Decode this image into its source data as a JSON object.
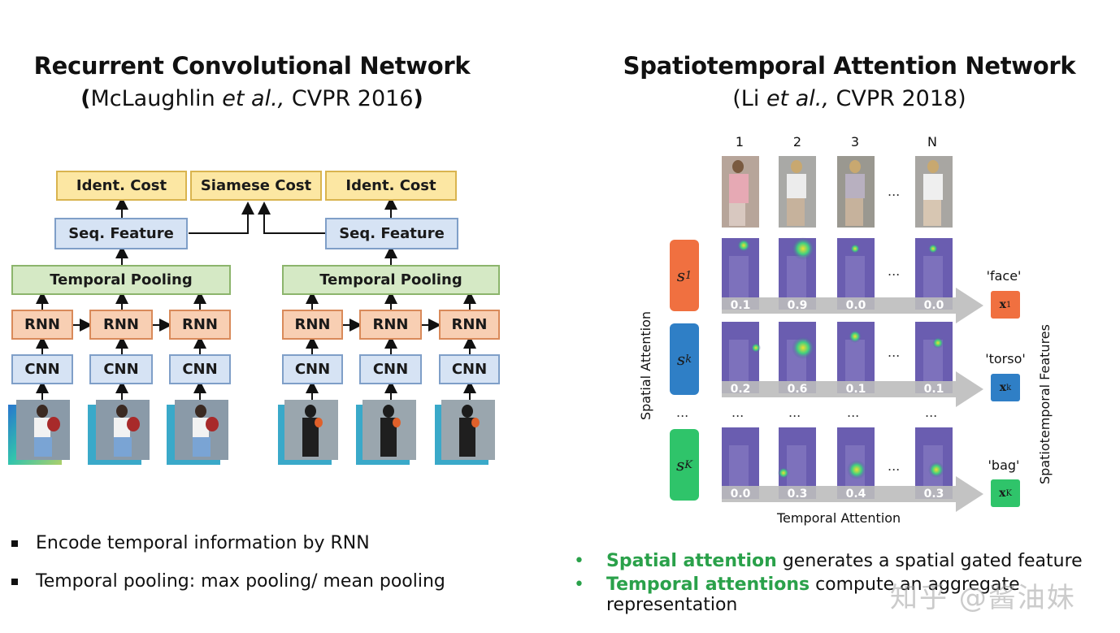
{
  "left": {
    "title": "Recurrent Convolutional Network",
    "subtitle_open": "(",
    "subtitle_authors": "McLaughlin ",
    "subtitle_etal": "et al.,",
    "subtitle_venue": " CVPR 2016",
    "subtitle_close": ")",
    "ident_cost": "Ident. Cost",
    "siamese_cost": "Siamese Cost",
    "seq_feature": "Seq. Feature",
    "temporal_pooling": "Temporal Pooling",
    "rnn": "RNN",
    "cnn": "CNN",
    "bullets": [
      "Encode temporal information by RNN",
      "Temporal pooling: max pooling/ mean pooling"
    ]
  },
  "right": {
    "title": "Spatiotemporal Attention Network",
    "subtitle_open": "(Li ",
    "subtitle_etal": "et al.,",
    "subtitle_rest": " CVPR 2018)",
    "frame_labels": [
      "1",
      "2",
      "3",
      "N"
    ],
    "ellipsis": "...",
    "spatial_attention": "Spatial Attention",
    "temporal_attention": "Temporal Attention",
    "spatiotemporal_features": "Spatiotemporal Features",
    "s_labels": [
      "s₁",
      "sₖ",
      "sₖ"
    ],
    "s1": "s",
    "s1_sub": "1",
    "sk": "s",
    "sk_sub": "k",
    "sK": "s",
    "sK_sub": "K",
    "rows": [
      {
        "part": "'face'",
        "x": "x",
        "x_sub": "1",
        "values": [
          "0.1",
          "0.9",
          "0.0",
          "0.0"
        ],
        "color": "#f07040"
      },
      {
        "part": "'torso'",
        "x": "x",
        "x_sub": "k",
        "values": [
          "0.2",
          "0.6",
          "0.1",
          "0.1"
        ],
        "color": "#2f7fc6"
      },
      {
        "part": "'bag'",
        "x": "x",
        "x_sub": "K",
        "values": [
          "0.0",
          "0.3",
          "0.4",
          "0.3"
        ],
        "color": "#2fc46a"
      }
    ],
    "bullet1_green": "Spatial attention",
    "bullet1_rest": " generates a spatial gated feature",
    "bullet2_green": "Temporal attentions",
    "bullet2_rest": " compute an aggregate",
    "bullet2_line2": "representation",
    "bullet_mark": "•"
  },
  "watermark": "知乎 @酱油妹",
  "colors": {
    "ident": "#fce7a3",
    "seq": "#d6e3f4",
    "pool": "#d5e9c5",
    "rnn": "#f8cfb3",
    "green_text": "#2aa14a"
  }
}
